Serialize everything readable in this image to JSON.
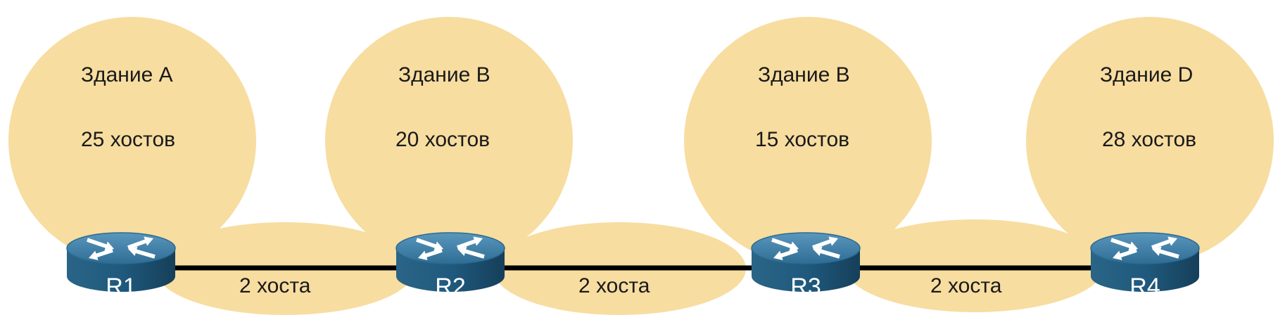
{
  "colors": {
    "blob": "#f7dda0",
    "link": "#000000",
    "router_top": "#3f7ea6",
    "router_body": "#1f5578",
    "router_dark": "#174461",
    "text": "#1a1a1a"
  },
  "buildings": [
    {
      "name": "Здание A",
      "hosts": "25 хостов"
    },
    {
      "name": "Здание B",
      "hosts": "20 хостов"
    },
    {
      "name": "Здание B",
      "hosts": "15 хостов"
    },
    {
      "name": "Здание D",
      "hosts": "28 хостов"
    }
  ],
  "links": [
    {
      "label": "2 хоста"
    },
    {
      "label": "2 хоста"
    },
    {
      "label": "2 хоста"
    }
  ],
  "routers": [
    {
      "label": "R1",
      "icon": "router-icon"
    },
    {
      "label": "R2",
      "icon": "router-icon"
    },
    {
      "label": "R3",
      "icon": "router-icon"
    },
    {
      "label": "R4",
      "icon": "router-icon"
    }
  ]
}
